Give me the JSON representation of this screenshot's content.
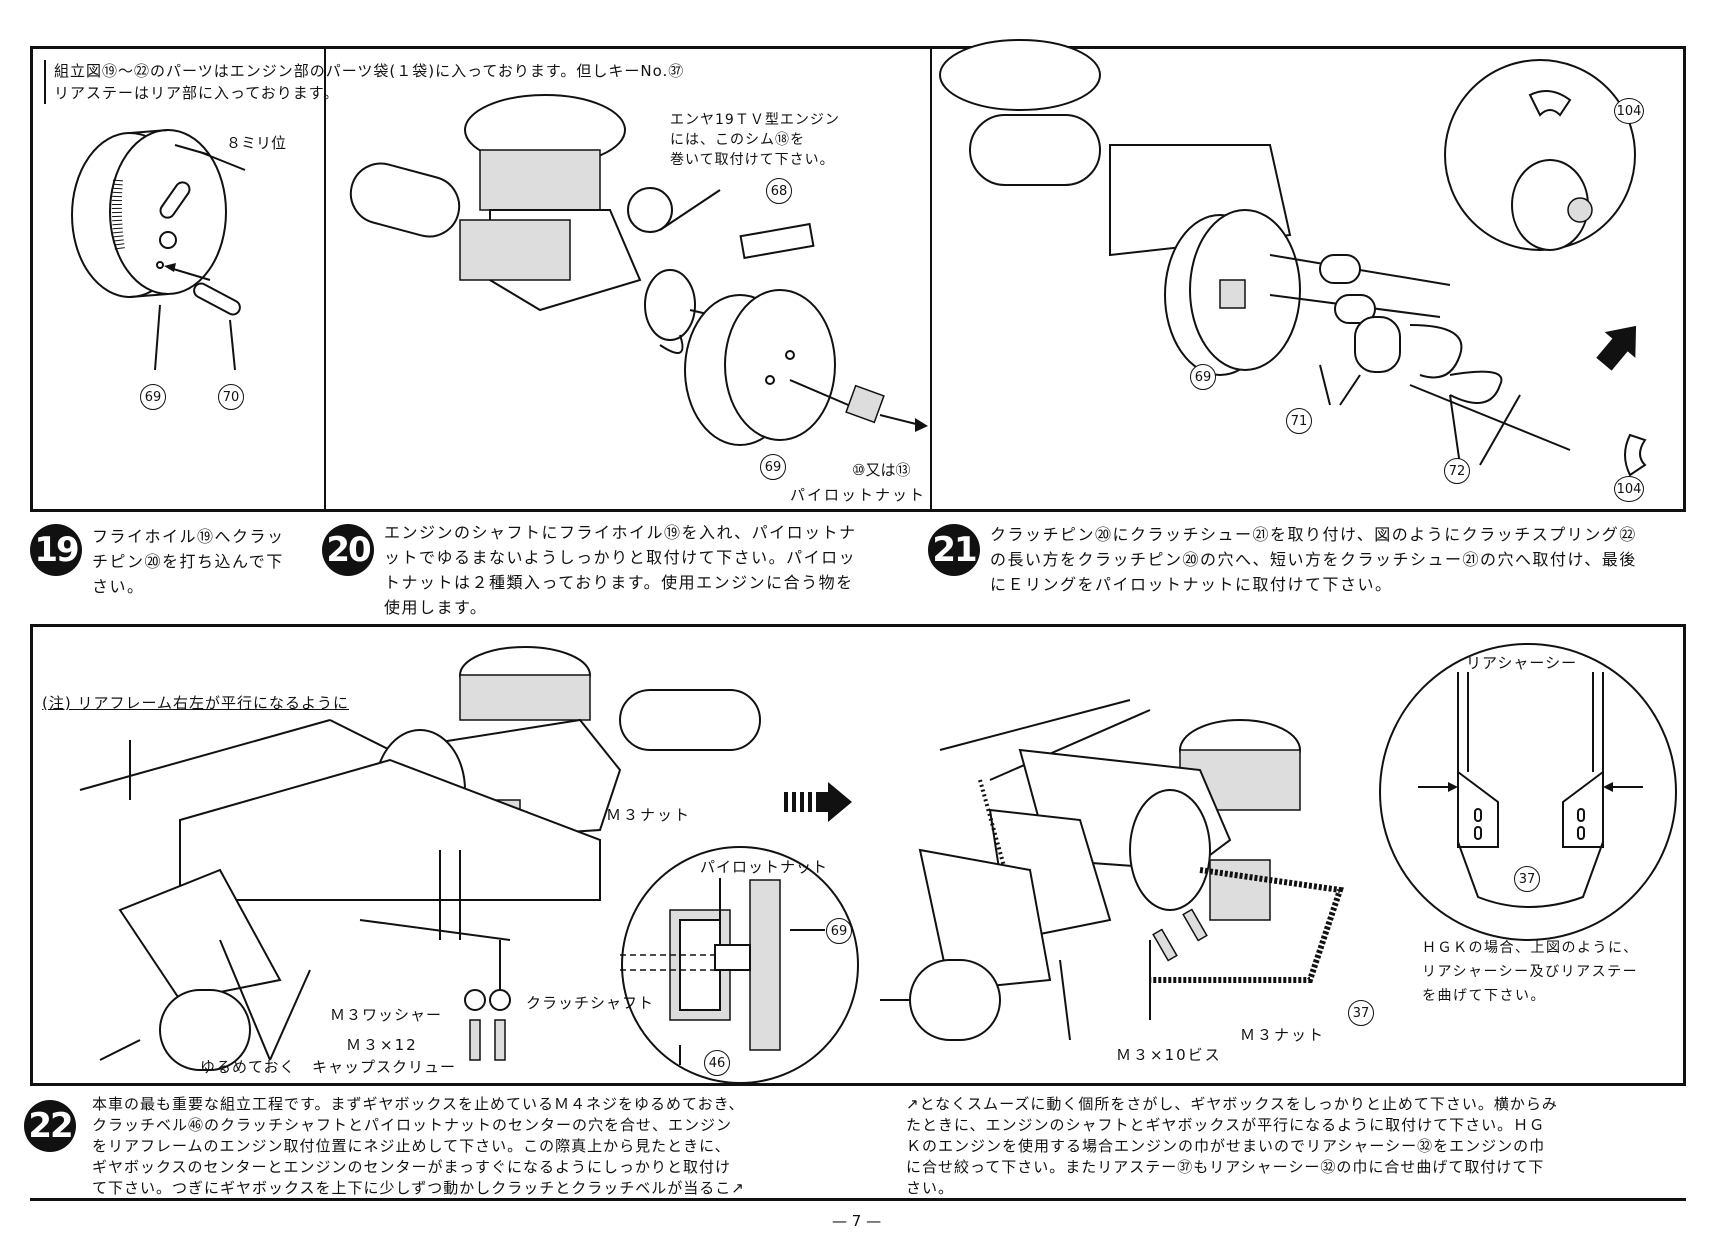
{
  "top_panel": {
    "note": "組立図⑲～㉒のパーツはエンジン部のパーツ袋(１袋)に入っております。但しキーNo.㊲\nリアステーはリア部に入っております。",
    "fig19": {
      "dim_label": "８ミリ位",
      "callouts": [
        "69",
        "70"
      ]
    },
    "fig20": {
      "note": "エンヤ19ＴＶ型エンジン\nには、このシム⑱を\n巻いて取付けて下さい。",
      "shim": "68",
      "flywheel": "69",
      "nut_label": "⑩又は⑬",
      "nut_name": "パイロットナット"
    },
    "fig21": {
      "callouts": [
        "104",
        "69",
        "71",
        "72",
        "104"
      ]
    }
  },
  "steps": [
    {
      "number": "19",
      "text": "フライホイル⑲へクラッ\nチピン⑳を打ち込んで下\nさい。"
    },
    {
      "number": "20",
      "text": "エンジンのシャフトにフライホイル⑲を入れ、パイロットナ\nットでゆるまないようしっかりと取付けて下さい。パイロッ\nトナットは２種類入っております。使用エンジンに合う物を\n使用します。"
    },
    {
      "number": "21",
      "text": "クラッチピン⑳にクラッチシュー㉑を取り付け、図のようにクラッチスプリング㉒\nの長い方をクラッチピン⑳の穴へ、短い方をクラッチシュー㉑の穴へ取付け、最後\nにＥリングをパイロットナットに取付けて下さい。"
    }
  ],
  "bottom_panel": {
    "note": "(注) リアフレーム右左が平行になるように",
    "m3_nut": "Ｍ３ナット",
    "m3_washer": "Ｍ３ワッシャー",
    "m3x12": "Ｍ３×12",
    "cap_screw": "キャップスクリュー",
    "loosen": "ゆるめておく",
    "pilot_nut": "パイロットナット",
    "clutch_shaft": "クラッチシャフト",
    "inset_callouts": [
      "69",
      "46"
    ],
    "rear_chassis": "リアシャーシー",
    "stay_callout": "37",
    "hgk_note": "ＨＧＫの場合、上図のように、\nリアシャーシー及びリアステー\nを曲げて下さい。",
    "stay_callout2": "37",
    "m3_nut2": "Ｍ３ナット",
    "m3x10": "Ｍ３×10ビス"
  },
  "step22": {
    "number": "22",
    "text_left": "本車の最も重要な組立工程です。まずギヤボックスを止めているＭ４ネジをゆるめておき、\nクラッチベル㊻のクラッチシャフトとパイロットナットのセンターの穴を合せ、エンジン\nをリアフレームのエンジン取付位置にネジ止めして下さい。この際真上から見たときに、\nギヤボックスのセンターとエンジンのセンターがまっすぐになるようにしっかりと取付け\nて下さい。つぎにギヤボックスを上下に少しずつ動かしクラッチとクラッチベルが当るこ↗",
    "text_right": "↗となくスムーズに動く個所をさがし、ギヤボックスをしっかりと止めて下さい。横からみ\nたときに、エンジンのシャフトとギヤボックスが平行になるように取付けて下さい。ＨＧ\nＫのエンジンを使用する場合エンジンの巾がせまいのでリアシャーシー㉜をエンジンの巾\nに合せ絞って下さい。またリアステー㊲もリアシャーシー㉜の巾に合せ曲げて取付けて下\nさい。"
  },
  "footer": {
    "page": "— 7 —"
  }
}
